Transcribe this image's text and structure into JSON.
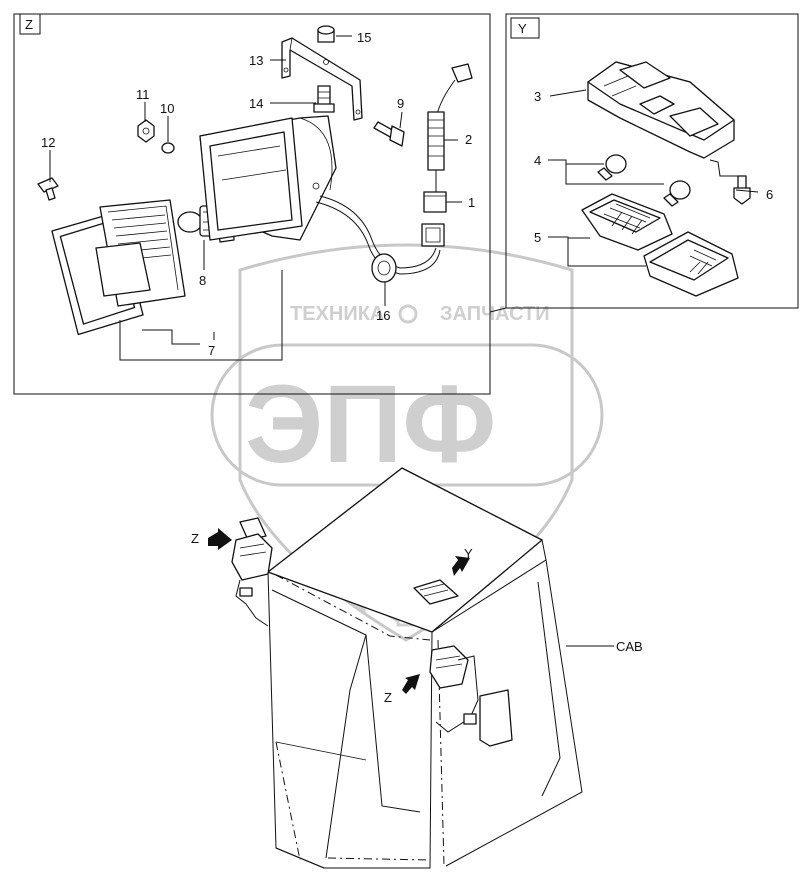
{
  "views": {
    "z": {
      "label": "Z"
    },
    "y": {
      "label": "Y"
    }
  },
  "callouts": {
    "c1": "1",
    "c2": "2",
    "c3": "3",
    "c4": "4",
    "c5": "5",
    "c6": "6",
    "c7": "7",
    "c8": "8",
    "c9": "9",
    "c10": "10",
    "c11": "11",
    "c12": "12",
    "c13": "13",
    "c14": "14",
    "c15": "15",
    "c16": "16"
  },
  "cab": {
    "label": "CAB",
    "arrow_z_left": "Z",
    "arrow_z_mid": "Z",
    "arrow_y": "Y"
  },
  "watermark": {
    "top_text_left": "ТЕХНИКА",
    "top_text_right": "ЗАПЧАСТИ",
    "big_text": "ЭПФ"
  }
}
